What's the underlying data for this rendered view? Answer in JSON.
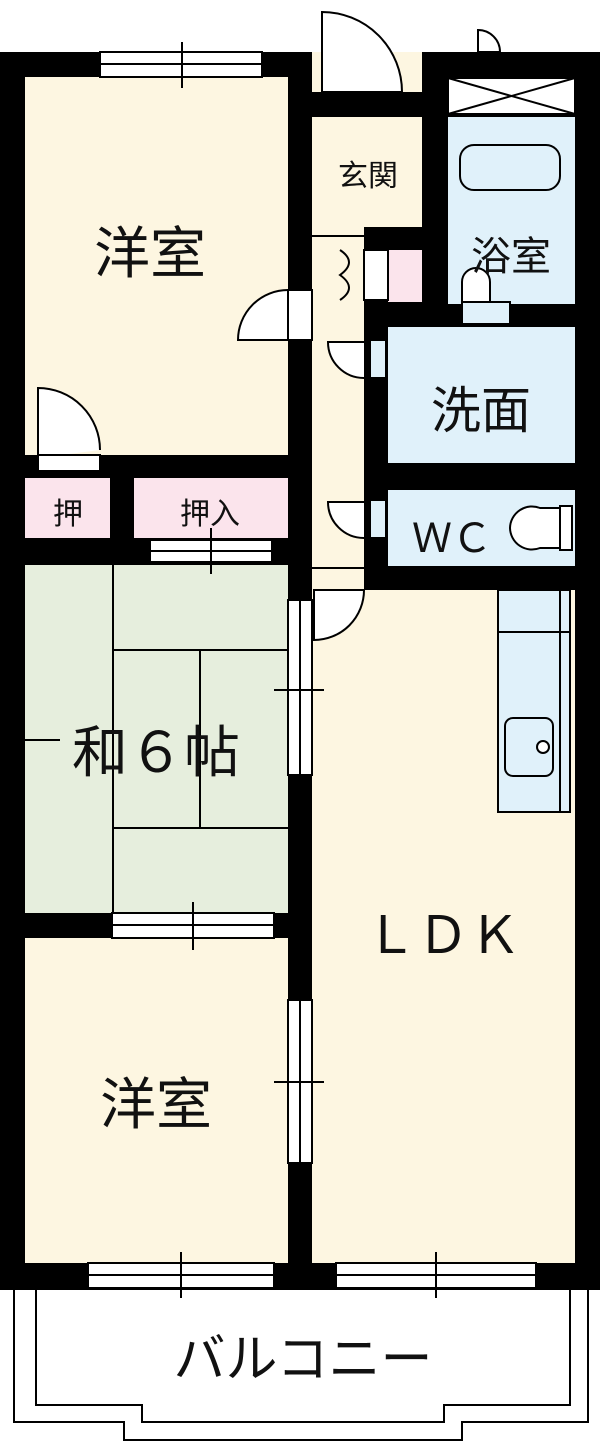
{
  "rooms": {
    "western_room_top": "洋室",
    "entrance": "玄関",
    "bathroom": "浴室",
    "washroom": "洗面",
    "closet_small": "押",
    "closet": "押入",
    "wc": "ＷＣ",
    "japanese_room": "和６帖",
    "ldk": "ＬＤＫ",
    "western_room_bottom": "洋室",
    "balcony": "バルコニー"
  },
  "colors": {
    "wall": "#000000",
    "western_floor": "#fdf6e1",
    "tatami": "#e6eedd",
    "wet_area": "#e0f1fa",
    "closet": "#fbe4ec",
    "window": "#ffffff"
  }
}
